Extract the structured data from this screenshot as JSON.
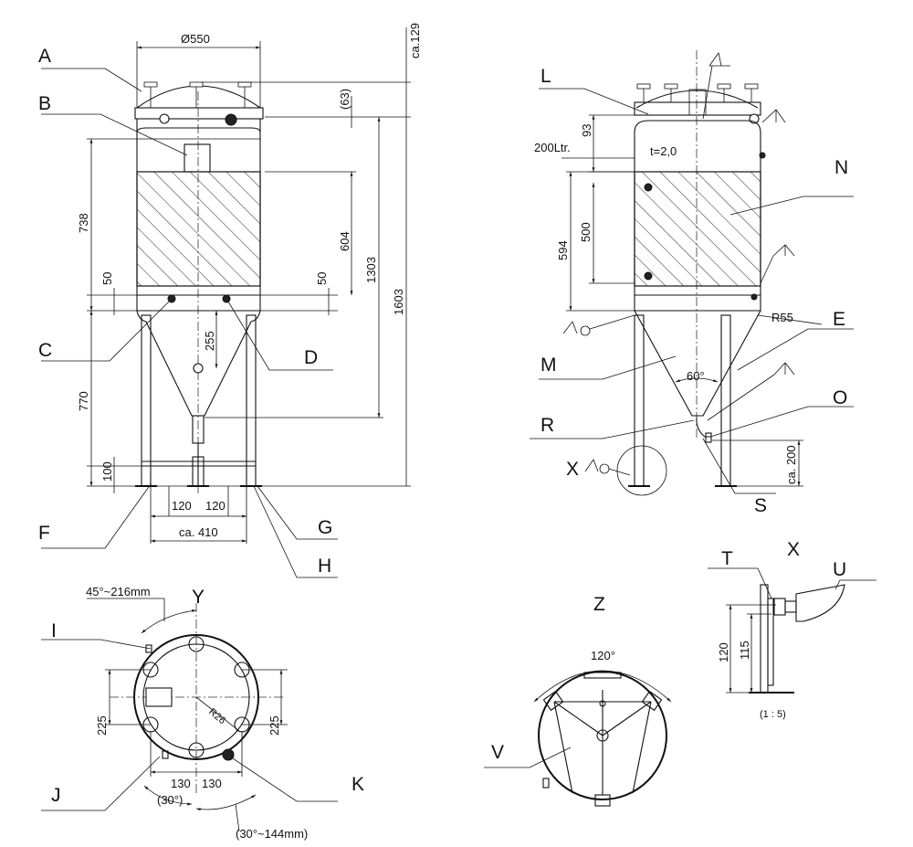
{
  "labels": {
    "A": "A",
    "B": "B",
    "C": "C",
    "D": "D",
    "E": "E",
    "F": "F",
    "G": "G",
    "H": "H",
    "I": "I",
    "J": "J",
    "K": "K",
    "L": "L",
    "M": "M",
    "N": "N",
    "O": "O",
    "R": "R",
    "S": "S",
    "T": "T",
    "U": "U",
    "V": "V",
    "X": "X",
    "X2": "X",
    "Y": "Y",
    "Z": "Z"
  },
  "front_view": {
    "d_diameter": "Ø550",
    "d_ca129": "ca.129",
    "d_63": "(63)",
    "d_738": "738",
    "d_604": "604",
    "d_1303": "1303",
    "d_1603": "1603",
    "d_50_left": "50",
    "d_50_right": "50",
    "d_255": "255",
    "d_770": "770",
    "d_100": "100",
    "d_120_left": "120",
    "d_120_right": "120",
    "d_ca410": "ca. 410"
  },
  "side_view": {
    "d_93": "93",
    "d_200ltr": "200Ltr.",
    "d_t": "t=2,0",
    "d_594": "594",
    "d_500": "500",
    "d_r55": "R55",
    "d_60deg": "60°",
    "d_ca200": "ca. 200"
  },
  "top_view": {
    "d_45": "45°~216mm",
    "d_r": "R26",
    "d_225_left": "225",
    "d_225_right": "225",
    "d_130_left": "130",
    "d_130_right": "130",
    "d_30": "(30°)",
    "d_30_144": "(30°~144mm)"
  },
  "bottom_view": {
    "d_120deg": "120°"
  },
  "detail_x": {
    "d_120": "120",
    "d_115": "115",
    "d_scale": "(1 : 5)"
  }
}
